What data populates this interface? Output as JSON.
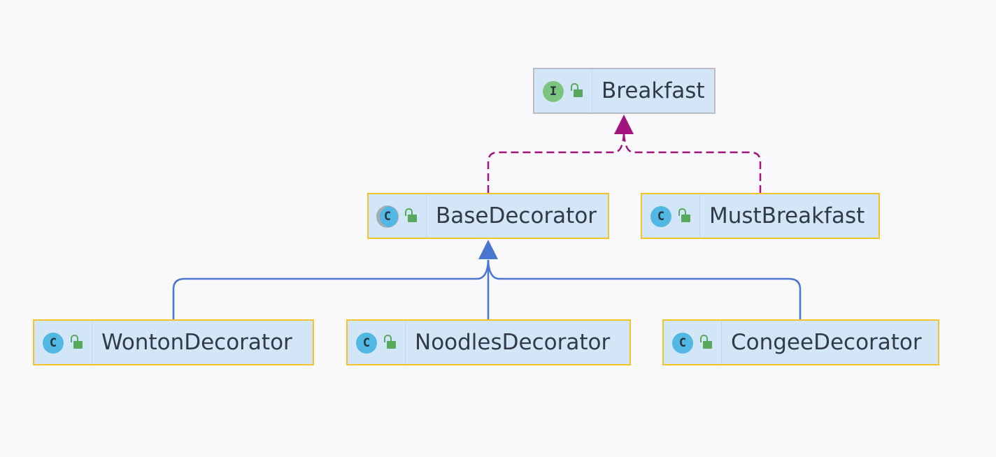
{
  "diagram": {
    "type": "uml-class-hierarchy",
    "nodes": [
      {
        "id": "breakfast",
        "label": "Breakfast",
        "kind": "interface",
        "kind_glyph": "I",
        "visibility": "public"
      },
      {
        "id": "base_decorator",
        "label": "BaseDecorator",
        "kind": "abstract-class",
        "kind_glyph": "C",
        "visibility": "public"
      },
      {
        "id": "must_breakfast",
        "label": "MustBreakfast",
        "kind": "class",
        "kind_glyph": "C",
        "visibility": "public"
      },
      {
        "id": "wonton_decorator",
        "label": "WontonDecorator",
        "kind": "class",
        "kind_glyph": "C",
        "visibility": "public"
      },
      {
        "id": "noodles_decorator",
        "label": "NoodlesDecorator",
        "kind": "class",
        "kind_glyph": "C",
        "visibility": "public"
      },
      {
        "id": "congee_decorator",
        "label": "CongeeDecorator",
        "kind": "class",
        "kind_glyph": "C",
        "visibility": "public"
      }
    ],
    "edges": [
      {
        "from": "base_decorator",
        "to": "breakfast",
        "type": "implements"
      },
      {
        "from": "must_breakfast",
        "to": "breakfast",
        "type": "implements"
      },
      {
        "from": "wonton_decorator",
        "to": "base_decorator",
        "type": "extends"
      },
      {
        "from": "noodles_decorator",
        "to": "base_decorator",
        "type": "extends"
      },
      {
        "from": "congee_decorator",
        "to": "base_decorator",
        "type": "extends"
      }
    ],
    "colors": {
      "background": "#f9f9fb",
      "node_fill": "#d3e6f8",
      "class_border": "#f2c42c",
      "interface_border": "#b9bcc2",
      "class_icon": "#52b8e3",
      "interface_icon": "#7cc57e",
      "public_lock": "#57a85d",
      "implements_edge": "#a3137e",
      "extends_edge": "#4a76d1"
    },
    "icons": {
      "kind": "kind-badge-icon",
      "visibility": "unlocked-padlock-icon"
    }
  }
}
